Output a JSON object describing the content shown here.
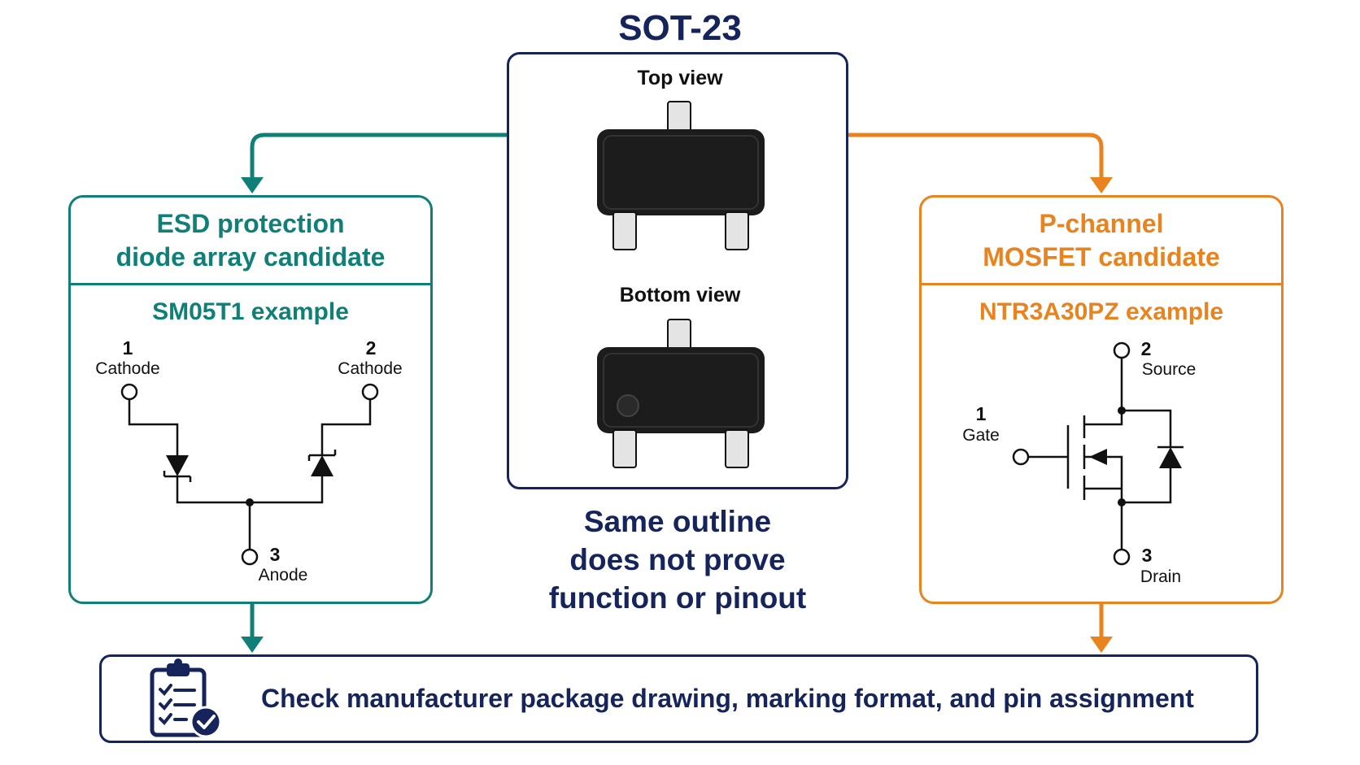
{
  "title": "SOT-23",
  "package_views": {
    "top_label": "Top view",
    "bottom_label": "Bottom view"
  },
  "left_panel": {
    "heading_line1": "ESD protection",
    "heading_line2": "diode array candidate",
    "example": "SM05T1 example",
    "pins": [
      {
        "number": "1",
        "name": "Cathode"
      },
      {
        "number": "2",
        "name": "Cathode"
      },
      {
        "number": "3",
        "name": "Anode"
      }
    ],
    "color": "#0f7f77"
  },
  "right_panel": {
    "heading_line1": "P-channel",
    "heading_line2": "MOSFET candidate",
    "example": "NTR3A30PZ example",
    "pins": [
      {
        "number": "1",
        "name": "Gate"
      },
      {
        "number": "2",
        "name": "Source"
      },
      {
        "number": "3",
        "name": "Drain"
      }
    ],
    "color": "#e8831e"
  },
  "note": {
    "line1": "Same outline",
    "line2": "does not prove",
    "line3": "function or pinout"
  },
  "bottom_banner": {
    "icon": "clipboard-check-icon",
    "text": "Check manufacturer package drawing, marking format, and pin assignment"
  },
  "colors": {
    "navy": "#15255c",
    "teal": "#0f7f77",
    "orange": "#e8831e",
    "package_body": "#1c1c1c"
  }
}
